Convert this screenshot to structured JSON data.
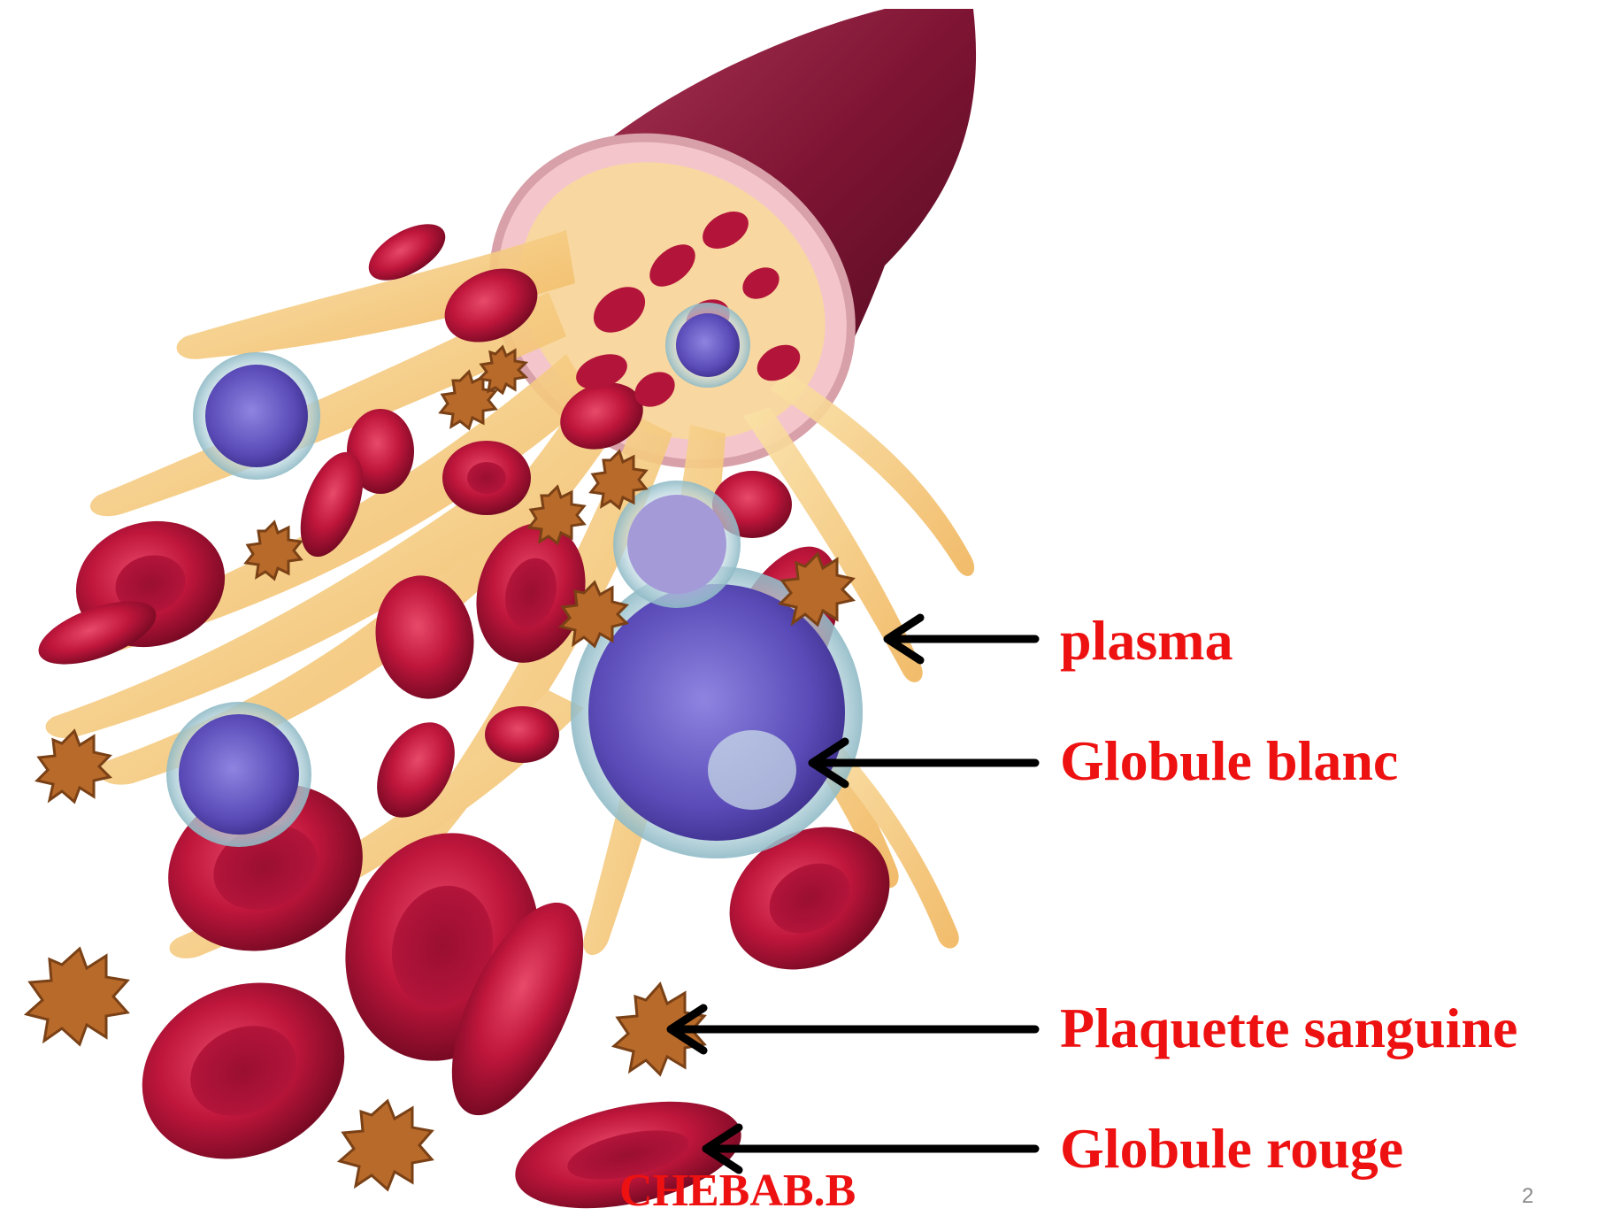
{
  "labels": {
    "plasma": "plasma",
    "white_blood_cell": "Globule blanc",
    "platelet": "Plaquette sanguine",
    "red_blood_cell": "Globule rouge"
  },
  "credit": "CHEBAB.B",
  "page_number": "2",
  "colors": {
    "label_text": "#ee1111",
    "vessel": "#8a1c3c",
    "red_cell": "#c0163c",
    "plasma": "#f5c77a",
    "white_cell": "#6a5bc4",
    "platelet": "#b86a2a",
    "arrow": "#000000"
  }
}
